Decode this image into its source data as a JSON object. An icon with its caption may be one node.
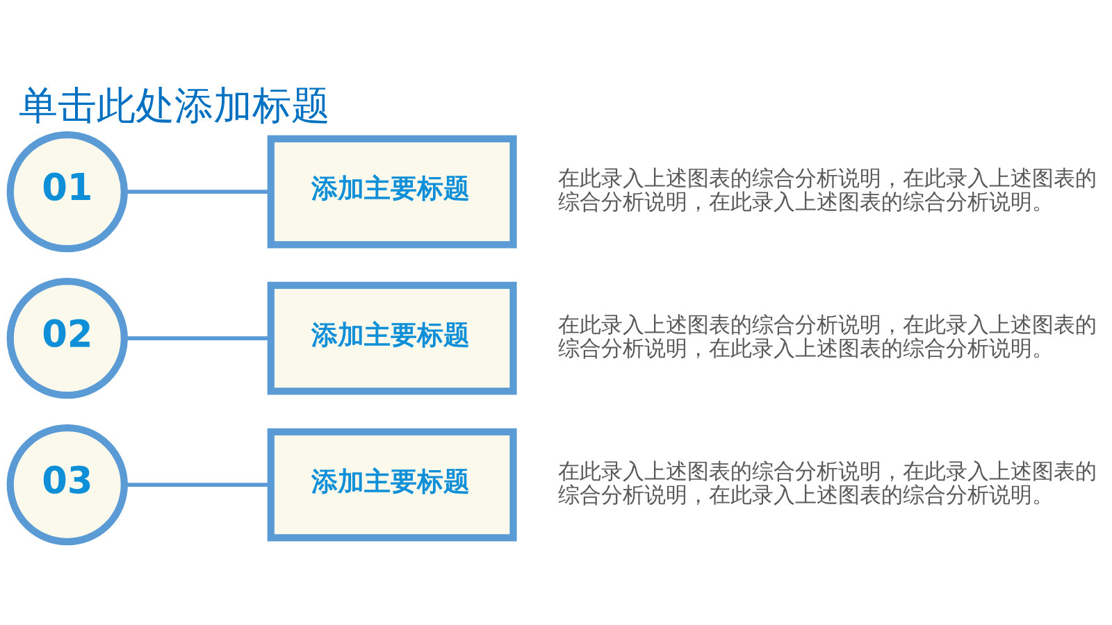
{
  "diagram": {
    "title": "单击此处添加标题",
    "nodes": [
      {
        "text": [
          "01"
        ]
      },
      {
        "text": [
          "添加主要标题"
        ],
        "beside": [
          "在此录入上述图表的综合分析说明，在此录入上述图表的综合分析说明，在此录入上述图表的综合分析说明。"
        ]
      },
      {
        "text": [
          "02"
        ]
      },
      {
        "text": [
          "添加主要标题"
        ],
        "beside": [
          "在此录入上述图表的综合分析说明，在此录入上述图表的综合分析说明，在此录入上述图表的综合分析说明。"
        ]
      },
      {
        "text": [
          "03"
        ]
      },
      {
        "text": [
          "添加主要标题"
        ],
        "beside": [
          "在此录入上述图表的综合分析说明，在此录入上述图表的综合分析说明，在此录入上述图表的综合分析说明。"
        ]
      }
    ],
    "edges": [
      {
        "from": 0,
        "to": 1,
        "arrow": "none"
      },
      {
        "from": 2,
        "to": 3,
        "arrow": "none"
      },
      {
        "from": 4,
        "to": 5,
        "arrow": "none"
      }
    ]
  }
}
